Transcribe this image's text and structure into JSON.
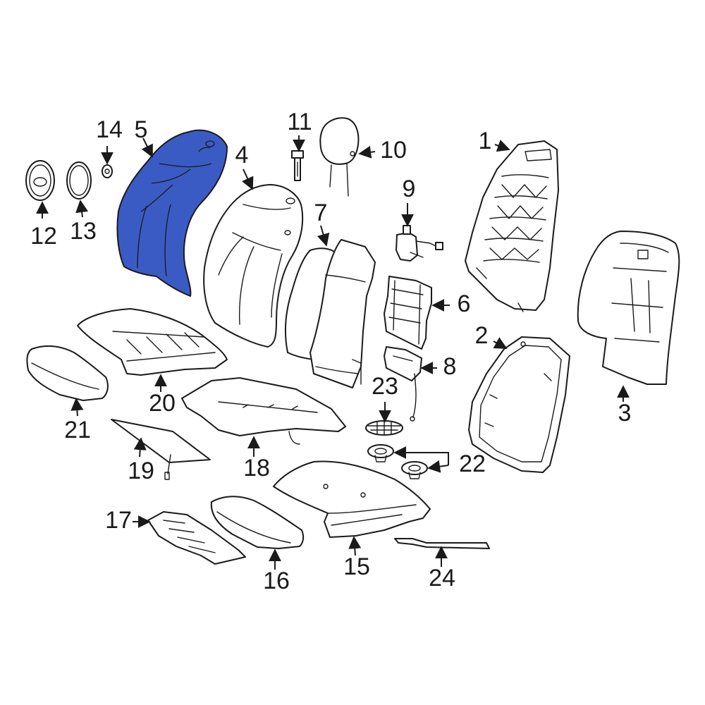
{
  "colors": {
    "highlight": "#3b5bc4",
    "line": "#1a1a1a",
    "background": "#ffffff"
  },
  "highlighted_part": "5",
  "callouts": {
    "c1": "1",
    "c2": "2",
    "c3": "3",
    "c4": "4",
    "c5": "5",
    "c6": "6",
    "c7": "7",
    "c8": "8",
    "c9": "9",
    "c10": "10",
    "c11": "11",
    "c12": "12",
    "c13": "13",
    "c14": "14",
    "c15": "15",
    "c16": "16",
    "c17": "17",
    "c18": "18",
    "c19": "19",
    "c20": "20",
    "c21": "21",
    "c22": "22",
    "c23": "23",
    "c24": "24"
  }
}
